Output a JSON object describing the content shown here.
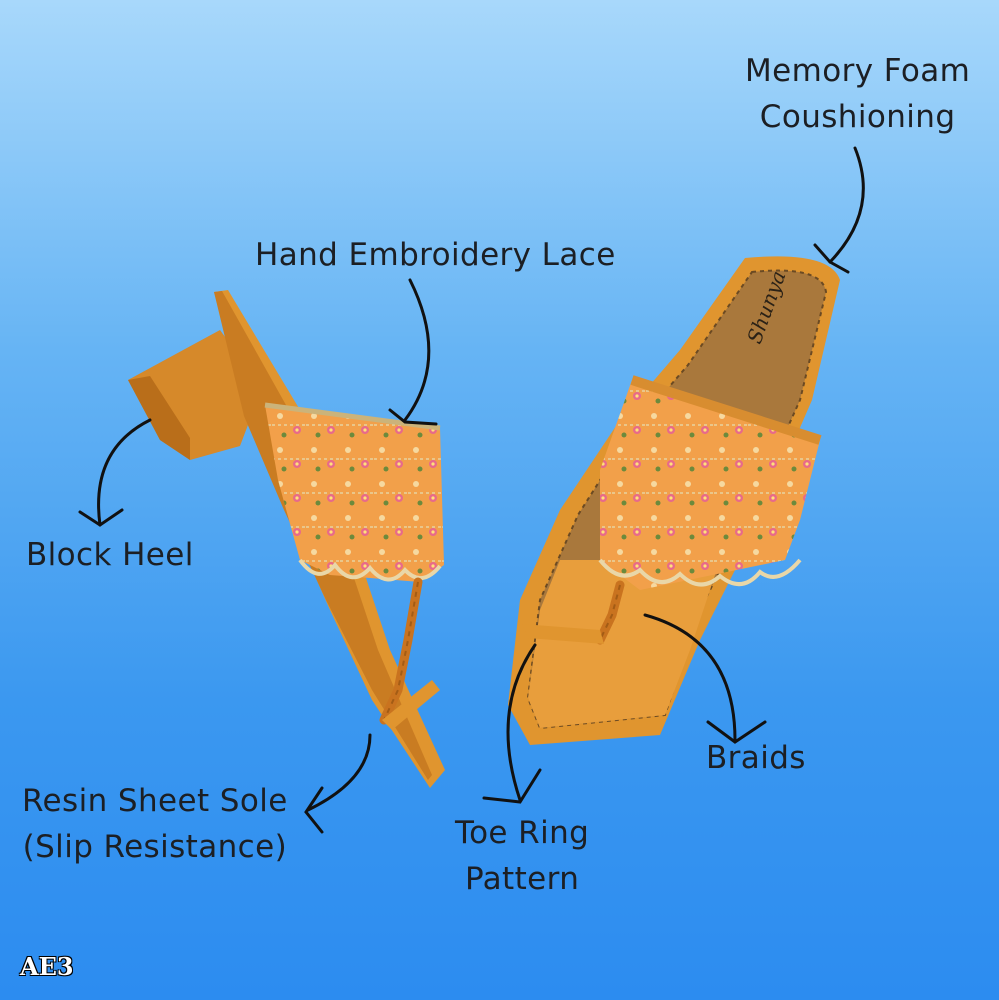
{
  "labels": {
    "memory_foam": [
      "Memory Foam",
      "Coushioning"
    ],
    "hand_embroidery": "Hand Embroidery Lace",
    "block_heel": "Block Heel",
    "resin_sole": [
      "Resin Sheet Sole",
      "(Slip Resistance)"
    ],
    "toe_ring": [
      "Toe Ring",
      "Pattern"
    ],
    "braids": "Braids"
  },
  "brand_insole": "Shunya",
  "product_code": "AE3",
  "colors": {
    "sandal": "#e0952f",
    "sandal_dark": "#b96e1a",
    "insole": "#a9783c",
    "embroidery_base": "#f0a44a",
    "arrow": "#111111"
  }
}
